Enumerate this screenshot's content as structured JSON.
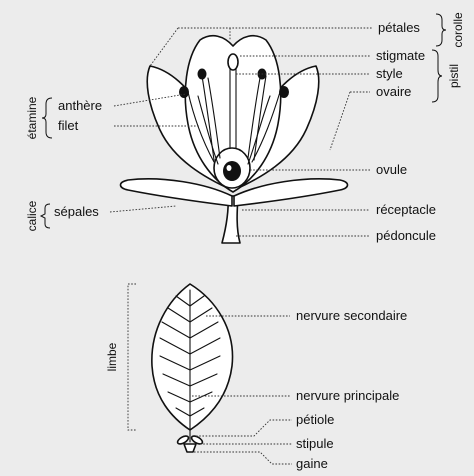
{
  "flower": {
    "labels": {
      "petales": "pétales",
      "stigmate": "stigmate",
      "style": "style",
      "ovaire": "ovaire",
      "ovule": "ovule",
      "receptacle": "réceptacle",
      "pedoncule": "pédoncule",
      "anthere": "anthère",
      "filet": "filet",
      "sepales": "sépales"
    },
    "groups": {
      "corolle": "corolle",
      "pistil": "pistil",
      "etamine": "étamine",
      "calice": "calice"
    }
  },
  "leaf": {
    "labels": {
      "nervure_secondaire": "nervure secondaire",
      "nervure_principale": "nervure principale",
      "petiole": "pétiole",
      "stipule": "stipule",
      "gaine": "gaine"
    },
    "groups": {
      "limbe": "limbe"
    }
  }
}
